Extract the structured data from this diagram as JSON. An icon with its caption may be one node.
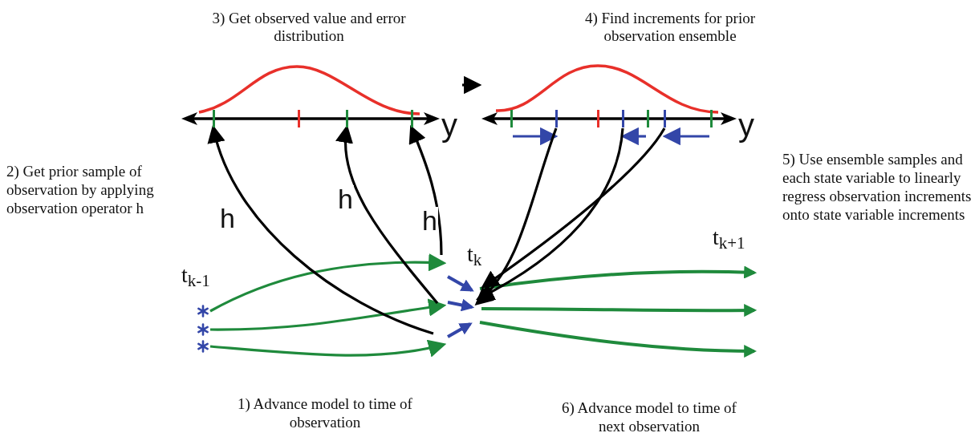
{
  "diagram": {
    "nodes": [
      {
        "text": [
          "y"
        ]
      },
      {
        "text": [],
        "shape": "tick",
        "in": 0
      },
      {
        "text": [],
        "shape": "tick",
        "in": 0
      },
      {
        "text": [],
        "shape": "tick",
        "in": 0
      },
      {
        "text": [],
        "shape": "tick",
        "in": 0
      },
      {
        "text": [
          "y"
        ]
      },
      {
        "text": [],
        "shape": "tick",
        "in": 5
      },
      {
        "text": [],
        "shape": "tick",
        "in": 5
      },
      {
        "text": [],
        "shape": "tick",
        "in": 5
      },
      {
        "text": [],
        "shape": "tick",
        "in": 5
      },
      {
        "text": [],
        "shape": "tick",
        "in": 5
      },
      {
        "text": [],
        "shape": "tick",
        "in": 5
      },
      {
        "text": [],
        "shape": "tick",
        "in": 5
      },
      {
        "text": [],
        "shape": "asterisk"
      },
      {
        "text": [],
        "shape": "asterisk"
      },
      {
        "text": [],
        "shape": "asterisk"
      }
    ],
    "edges": [
      {
        "from": 0,
        "to": 5,
        "arrow": "to"
      },
      {
        "from": 6,
        "to": 7,
        "arrow": "to",
        "color": "#3346a8"
      },
      {
        "from": 10,
        "to": 9,
        "arrow": "to",
        "color": "#3346a8"
      },
      {
        "from": 12,
        "to": 11,
        "arrow": "to",
        "color": "#3346a8"
      },
      {
        "from": 13,
        "to": null,
        "arrow": "to",
        "color": "#1f8a3c"
      },
      {
        "from": 14,
        "to": null,
        "arrow": "to",
        "color": "#1f8a3c"
      },
      {
        "from": 15,
        "to": null,
        "arrow": "to",
        "color": "#1f8a3c"
      },
      {
        "from": null,
        "to": 1,
        "arrow": "to",
        "label": "h"
      },
      {
        "from": null,
        "to": 3,
        "arrow": "to",
        "label": "h"
      },
      {
        "from": null,
        "to": 4,
        "arrow": "to",
        "label": "h"
      },
      {
        "from": 7,
        "to": null,
        "arrow": "to"
      },
      {
        "from": 9,
        "to": null,
        "arrow": "to"
      },
      {
        "from": 11,
        "to": null,
        "arrow": "to"
      }
    ],
    "labels": [
      "3) Get observed value and error distribution",
      "4) Find increments for prior observation ensemble",
      "5) Use ensemble samples and each state variable to linearly regress observation increments onto state variable increments",
      "2) Get prior sample of observation by applying observation operator h",
      "t$_{k}$",
      "t$_{k+1}$",
      "t$_{k-1}$",
      "1) Advance model to time of observation",
      "6) Advance model to time of next observation"
    ]
  }
}
